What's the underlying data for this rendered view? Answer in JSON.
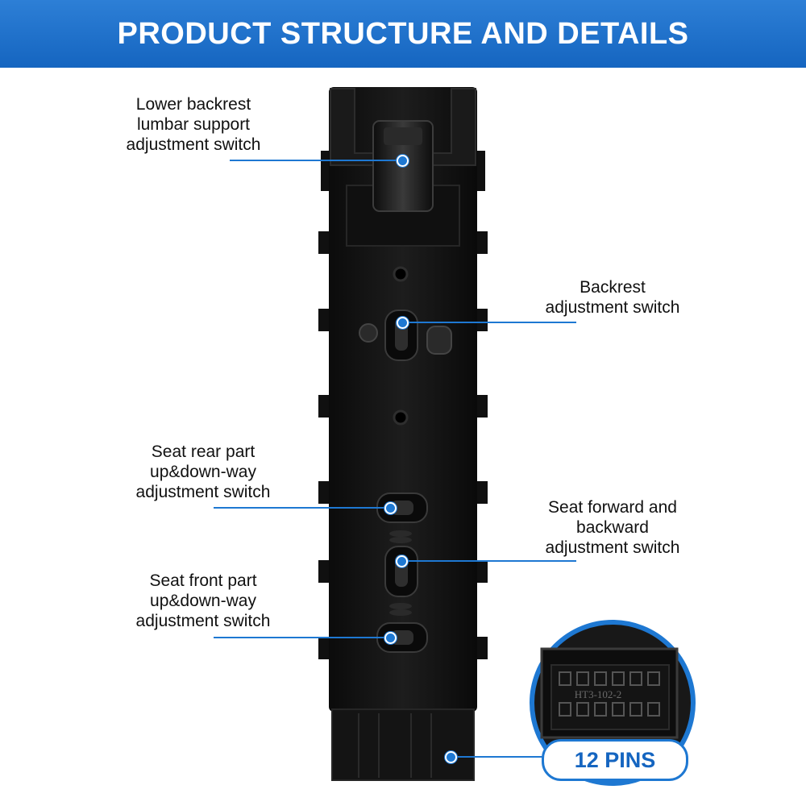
{
  "header": {
    "title": "PRODUCT STRUCTURE AND DETAILS"
  },
  "callouts": {
    "lumbar": "Lower backrest\nlumbar support\nadjustment switch",
    "backrest": "Backrest\nadjustment switch",
    "rear": "Seat rear part\nup&down-way\nadjustment switch",
    "forward": "Seat forward and\nbackward\nadjustment switch",
    "front": "Seat front part\nup&down-way\nadjustment switch"
  },
  "connector": {
    "pins_label": "12 PINS",
    "mold_marking": "HT3-102-2"
  },
  "colors": {
    "accent": "#1e78d2",
    "banner": "#1565c0",
    "product": "#161616"
  }
}
